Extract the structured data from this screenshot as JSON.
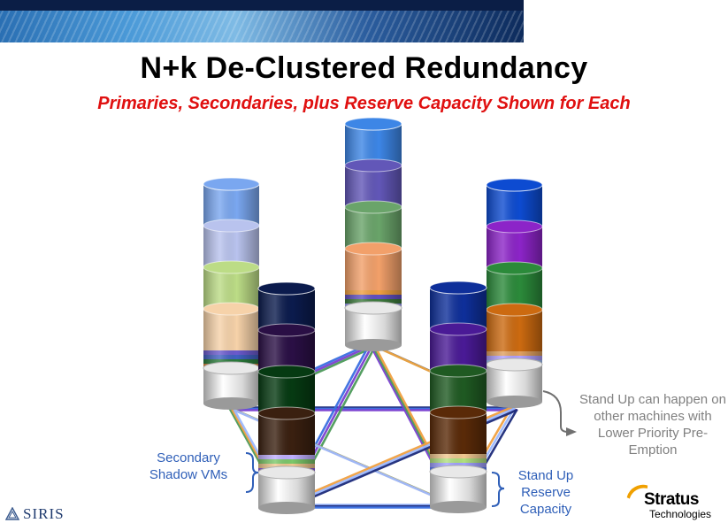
{
  "slide": {
    "title": "N+k De-Clustered Redundancy",
    "subtitle": "Primaries, Secondaries, plus Reserve Capacity Shown for Each"
  },
  "callouts": {
    "secondary_shadow": "Secondary Shadow VMs",
    "standup_reserve": "Stand Up Reserve Capacity",
    "lower_priority": "Stand Up can happen on other machines with Lower Priority Pre-Emption"
  },
  "logos": {
    "left": "SIRIS",
    "right_name": "Stratus",
    "right_sub": "Technologies"
  },
  "colors": {
    "title": "#000000",
    "subtitle": "#e01010",
    "callout_blue": "#2f5fb8",
    "callout_gray": "#808080",
    "swoosh": "#f0a000"
  },
  "cylinders": [
    {
      "id": "far-left",
      "segments": [
        "#7aa7f0",
        "#b9c3ee",
        "#bcdc86",
        "#f6d2a9"
      ],
      "thin": [
        "#6a5acd",
        "#4060c0",
        "#2a7a3a",
        "#e08a40"
      ]
    },
    {
      "id": "back-center",
      "segments": [
        "#3d86e6",
        "#6257b8",
        "#6aa46a",
        "#f2a06a"
      ],
      "thin": [
        "#f0a040",
        "#6050c0",
        "#3c7a3c",
        "#a0a0ff"
      ]
    },
    {
      "id": "far-right",
      "segments": [
        "#0d4bd1",
        "#8c24c8",
        "#2b8a3a",
        "#cc6a10"
      ],
      "thin": [
        "#e0a060",
        "#b0a0ff",
        "#a8c8ff"
      ]
    },
    {
      "id": "front-left",
      "segments": [
        "#0b1b4d",
        "#2a0f45",
        "#063a12",
        "#3a2010"
      ],
      "thin": [
        "#c0b0ff",
        "#7cc86a",
        "#f0c890",
        "#9060e0"
      ]
    },
    {
      "id": "front-right",
      "segments": [
        "#0e2f9a",
        "#4a1a96",
        "#1f5a22",
        "#5a2a08"
      ],
      "thin": [
        "#f0c890",
        "#b0e080",
        "#a0a0ff",
        "#6080ff"
      ]
    }
  ]
}
